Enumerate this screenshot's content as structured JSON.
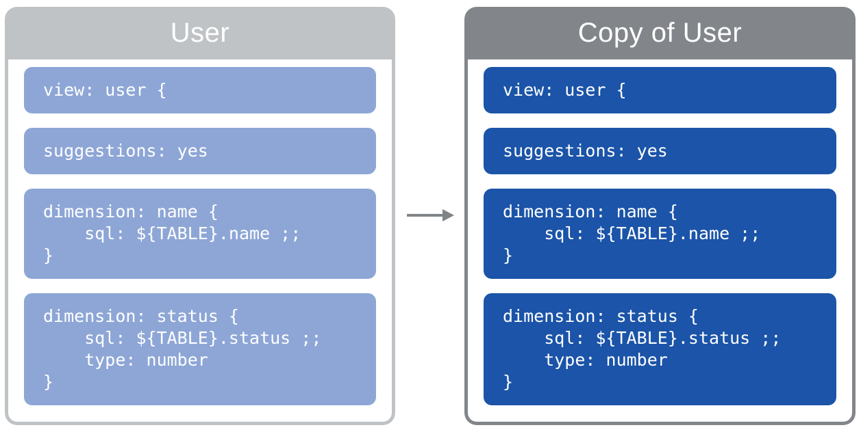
{
  "left_panel": {
    "title": "User",
    "blocks": [
      {
        "name": "view-declaration",
        "code": "view: user {"
      },
      {
        "name": "suggestions-setting",
        "code": "suggestions: yes"
      },
      {
        "name": "dimension-name",
        "code": "dimension: name {\n    sql: ${TABLE}.name ;;\n}"
      },
      {
        "name": "dimension-status",
        "code": "dimension: status {\n    sql: ${TABLE}.status ;;\n    type: number\n}"
      }
    ]
  },
  "right_panel": {
    "title": "Copy of User",
    "blocks": [
      {
        "name": "view-declaration",
        "code": "view: user {"
      },
      {
        "name": "suggestions-setting",
        "code": "suggestions: yes"
      },
      {
        "name": "dimension-name",
        "code": "dimension: name {\n    sql: ${TABLE}.name ;;\n}"
      },
      {
        "name": "dimension-status",
        "code": "dimension: status {\n    sql: ${TABLE}.status ;;\n    type: number\n}"
      }
    ]
  },
  "arrow": {
    "icon": "right-arrow-icon"
  },
  "colors": {
    "left_panel_frame": "#bfc3c6",
    "right_panel_frame": "#82868a",
    "left_block": "#8da6d6",
    "right_block": "#1b54a8",
    "arrow": "#7f8487",
    "code_text": "#ffffff",
    "title_text": "#ffffff",
    "background": "#ffffff"
  }
}
